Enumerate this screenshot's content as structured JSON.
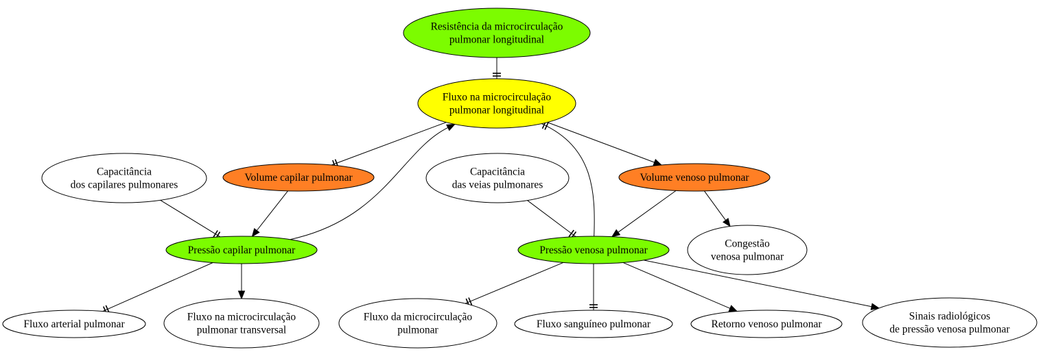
{
  "diagram": {
    "nodes": [
      {
        "id": "n_resist",
        "lines": [
          "Resistência da microcirculação",
          "pulmonar longitudinal"
        ],
        "fill": "#7cfc00"
      },
      {
        "id": "n_fluxo_long",
        "lines": [
          "Fluxo na microcirculação",
          "pulmonar longitudinal"
        ],
        "fill": "#ffff00"
      },
      {
        "id": "n_cap_capil",
        "lines": [
          "Capacitância",
          "dos capilares pulmonares"
        ],
        "fill": "#ffffff"
      },
      {
        "id": "n_vol_capil",
        "lines": [
          "Volume capilar pulmonar"
        ],
        "fill": "#ff7f24"
      },
      {
        "id": "n_cap_veias",
        "lines": [
          "Capacitância",
          "das veias pulmonares"
        ],
        "fill": "#ffffff"
      },
      {
        "id": "n_vol_venoso",
        "lines": [
          "Volume venoso pulmonar"
        ],
        "fill": "#ff7f24"
      },
      {
        "id": "n_press_capil",
        "lines": [
          "Pressão capilar pulmonar"
        ],
        "fill": "#7cfc00"
      },
      {
        "id": "n_press_venosa",
        "lines": [
          "Pressão venosa pulmonar"
        ],
        "fill": "#7cfc00"
      },
      {
        "id": "n_congestao",
        "lines": [
          "Congestão",
          "venosa pulmonar"
        ],
        "fill": "#ffffff"
      },
      {
        "id": "n_fluxo_art",
        "lines": [
          "Fluxo arterial pulmonar"
        ],
        "fill": "#ffffff"
      },
      {
        "id": "n_fluxo_transv",
        "lines": [
          "Fluxo na microcirculação",
          "pulmonar transversal"
        ],
        "fill": "#ffffff"
      },
      {
        "id": "n_fluxo_micro",
        "lines": [
          "Fluxo da microcirculação",
          "pulmonar"
        ],
        "fill": "#ffffff"
      },
      {
        "id": "n_fluxo_sang",
        "lines": [
          "Fluxo sanguíneo pulmonar"
        ],
        "fill": "#ffffff"
      },
      {
        "id": "n_retorno",
        "lines": [
          "Retorno venoso pulmonar"
        ],
        "fill": "#ffffff"
      },
      {
        "id": "n_sinais",
        "lines": [
          "Sinais radiológicos",
          "de pressão venosa pulmonar"
        ],
        "fill": "#ffffff"
      }
    ],
    "edges": [
      {
        "from": "n_resist",
        "to": "n_fluxo_long",
        "style": "inverse"
      },
      {
        "from": "n_fluxo_long",
        "to": "n_vol_capil",
        "style": "inverse"
      },
      {
        "from": "n_fluxo_long",
        "to": "n_vol_venoso",
        "style": "arrow"
      },
      {
        "from": "n_press_capil",
        "to": "n_fluxo_long",
        "style": "arrow"
      },
      {
        "from": "n_press_venosa",
        "to": "n_fluxo_long",
        "style": "inverse"
      },
      {
        "from": "n_cap_capil",
        "to": "n_press_capil",
        "style": "inverse"
      },
      {
        "from": "n_vol_capil",
        "to": "n_press_capil",
        "style": "arrow"
      },
      {
        "from": "n_cap_veias",
        "to": "n_press_venosa",
        "style": "inverse"
      },
      {
        "from": "n_vol_venoso",
        "to": "n_press_venosa",
        "style": "arrow"
      },
      {
        "from": "n_vol_venoso",
        "to": "n_congestao",
        "style": "arrow"
      },
      {
        "from": "n_press_capil",
        "to": "n_fluxo_art",
        "style": "inverse"
      },
      {
        "from": "n_press_capil",
        "to": "n_fluxo_transv",
        "style": "arrow"
      },
      {
        "from": "n_press_venosa",
        "to": "n_fluxo_micro",
        "style": "inverse"
      },
      {
        "from": "n_press_venosa",
        "to": "n_fluxo_sang",
        "style": "inverse"
      },
      {
        "from": "n_press_venosa",
        "to": "n_retorno",
        "style": "arrow"
      },
      {
        "from": "n_press_venosa",
        "to": "n_sinais",
        "style": "arrow"
      }
    ]
  }
}
